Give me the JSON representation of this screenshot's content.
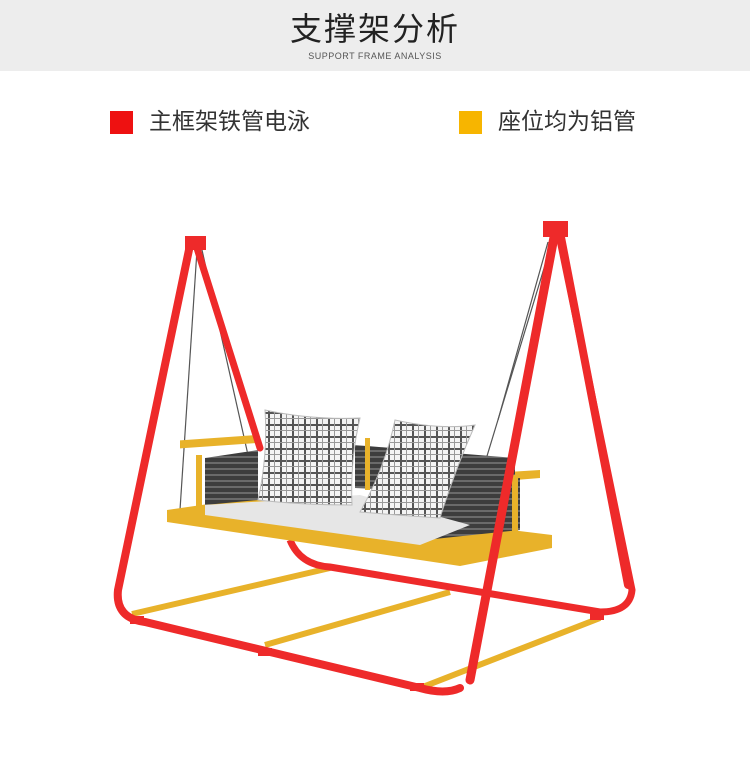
{
  "header": {
    "title": "支撑架分析",
    "subtitle": "SUPPORT FRAME ANALYSIS"
  },
  "legend": [
    {
      "label": "主框架铁管电泳",
      "color": "#ee1111"
    },
    {
      "label": "座位均为铝管",
      "color": "#f7b500"
    }
  ],
  "colors": {
    "frame": "#ee2a2a",
    "seat": "#e8b22a",
    "rope": "#555555",
    "cushion": "#e6e6e6"
  }
}
